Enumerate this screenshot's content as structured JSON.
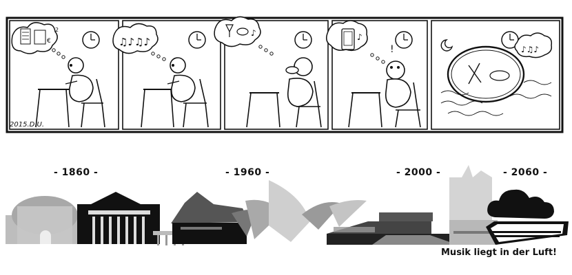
{
  "comic": {
    "signature": "2015.D.U.",
    "panels": [
      {
        "thought": "sheet-music-and-cash-icon"
      },
      {
        "thought": "music-notes-icon"
      },
      {
        "thought": "wine-and-food-icon"
      },
      {
        "thought": "smartphone-icon"
      },
      {
        "thought": "night-sky-dream-icon"
      }
    ]
  },
  "timeline": {
    "eras": [
      {
        "label": "- 1860 -"
      },
      {
        "label": "- 1960 -"
      },
      {
        "label": "- 2000 -"
      },
      {
        "label": "- 2060 -"
      }
    ],
    "slogan": "Musik liegt in der Luft!"
  }
}
